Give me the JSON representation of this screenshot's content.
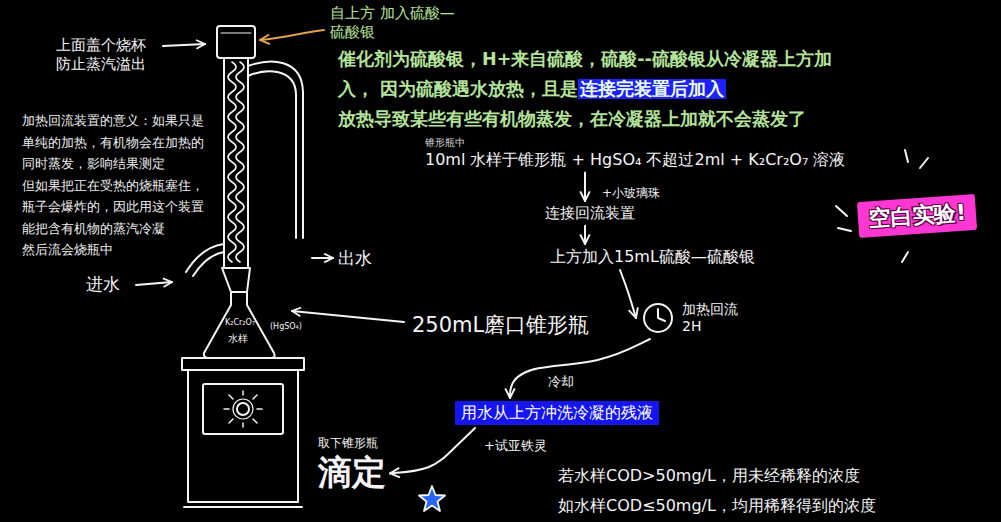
{
  "diagram": {
    "nodes": [
      {
        "text": [
          "锥形瓶中",
          "10ml 水样于锥形瓶 + HgSO₄ 不超过2ml + K₂Cr₂O₇ 溶液"
        ]
      },
      {
        "text": [
          "连接回流装置"
        ]
      },
      {
        "text": [
          "上方加入15mL硫酸—硫酸银"
        ]
      },
      {
        "text": [
          "加热回流 2H"
        ]
      },
      {
        "text": [
          "用水从上方冲洗冷凝的残液"
        ]
      },
      {
        "text": [
          "取下锥形瓶",
          "滴定"
        ]
      },
      {
        "text": [
          "空白实验!"
        ]
      }
    ],
    "edges": [
      {
        "from": 0,
        "to": 1,
        "arrow": "to",
        "label": "+小玻璃珠"
      },
      {
        "from": 1,
        "to": 2,
        "arrow": "to"
      },
      {
        "from": 2,
        "to": 3,
        "arrow": "to"
      },
      {
        "from": 3,
        "to": 4,
        "arrow": "to",
        "label": "冷却"
      },
      {
        "from": 4,
        "to": 5,
        "arrow": "to",
        "label": "+试亚铁灵"
      }
    ],
    "labels": [
      "自上方 加入硫酸—硫酸银",
      "上面盖个烧杯 防止蒸汽溢出",
      "加热回流装置的意义：如果只是单纯的加热，有机物会在加热的同时蒸发，影响结果测定",
      "但如果把正在受热的烧瓶塞住，瓶子会爆炸的，因此用这个装置能把含有机物的蒸汽冷凝",
      "然后流会烧瓶中",
      "催化剂为硫酸银，H+来自硫酸，硫酸--硫酸银从冷凝器上方加入， 因为硫酸遇水放热，且是",
      "连接完装置后加入",
      "放热导致某些有些有机物蒸发，在冷凝器上加就不会蒸发了",
      "进水",
      "出水",
      "K₂Cr₂O₇",
      "水样",
      "(HgSO₄)",
      "250mL磨口锥形瓶",
      "若水样COD>50mg/L，用未经稀释的浓度",
      "如水样COD≤50mg/L，均用稀释得到的浓度"
    ]
  }
}
